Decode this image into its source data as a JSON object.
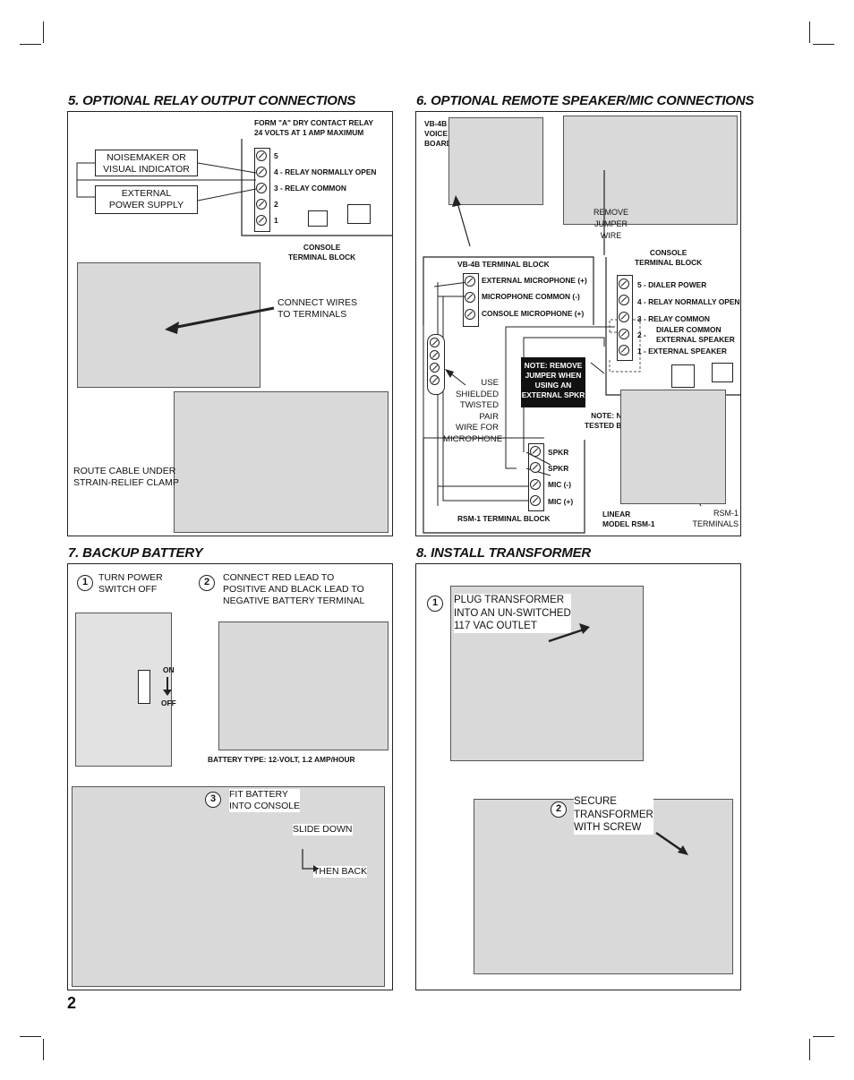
{
  "page_number": "2",
  "sec5": {
    "title": "5. OPTIONAL RELAY OUTPUT CONNECTIONS",
    "relay_header": "FORM \"A\" DRY CONTACT RELAY\n24 VOLTS AT 1 AMP MAXIMUM",
    "terminals": [
      "5",
      "4 - RELAY NORMALLY OPEN",
      "3 - RELAY COMMON",
      "2",
      "1"
    ],
    "noisemaker": "NOISEMAKER OR\nVISUAL INDICATOR",
    "power_supply": "EXTERNAL\nPOWER SUPPLY",
    "console_terminal_block": "CONSOLE\nTERMINAL BLOCK",
    "connect_wires": "CONNECT WIRES\nTO TERMINALS",
    "route_cable": "ROUTE CABLE UNDER\nSTRAIN-RELIEF CLAMP"
  },
  "sec6": {
    "title": "6. OPTIONAL REMOTE SPEAKER/MIC CONNECTIONS",
    "vb4b_board": "VB-4B\nVOICE\nBOARD",
    "remove_jumper_wire": "REMOVE\nJUMPER\nWIRE",
    "console_terminal_block": "CONSOLE\nTERMINAL BLOCK",
    "vb4b_terminal_block": "VB-4B TERMINAL BLOCK",
    "vb4b_terminals": [
      "EXTERNAL MICROPHONE (+)",
      "MICROPHONE COMMON (-)",
      "CONSOLE MICROPHONE (+)"
    ],
    "console_terminals": [
      "5 - DIALER POWER",
      "4 - RELAY NORMALLY OPEN",
      "3 - RELAY COMMON",
      "2 -",
      "DIALER COMMON\nEXTERNAL SPEAKER",
      "1 - EXTERNAL SPEAKER"
    ],
    "use_shielded": "USE\nSHIELDED\nTWISTED PAIR\nWIRE FOR\nMICROPHONE",
    "note_remove": "NOTE: REMOVE\nJUMPER WHEN\nUSING AN\nEXTERNAL SPKR",
    "note_not_tested": "NOTE: NOT\nTESTED BY UL",
    "rsm1_terminals": [
      "SPKR",
      "SPKR",
      "MIC (-)",
      "MIC (+)"
    ],
    "rsm1_terminal_block": "RSM-1 TERMINAL BLOCK",
    "linear_model": "LINEAR\nMODEL RSM-1",
    "rsm1_terminals_label": "RSM-1\nTERMINALS"
  },
  "sec7": {
    "title": "7. BACKUP BATTERY",
    "step1": "TURN POWER\nSWITCH OFF",
    "on": "ON",
    "off": "OFF",
    "step2": "CONNECT RED LEAD TO\nPOSITIVE AND BLACK LEAD TO\nNEGATIVE BATTERY TERMINAL",
    "battery_type": "BATTERY TYPE: 12-VOLT, 1.2 AMP/HOUR",
    "step3": "FIT BATTERY\nINTO CONSOLE",
    "slide_down": "SLIDE DOWN",
    "then_back": "THEN BACK"
  },
  "sec8": {
    "title": "8. INSTALL TRANSFORMER",
    "step1": "PLUG TRANSFORMER\nINTO AN UN-SWITCHED\n117 VAC OUTLET",
    "step2": "SECURE\nTRANSFORMER\nWITH SCREW"
  },
  "step_numbers": [
    "1",
    "2",
    "3"
  ]
}
